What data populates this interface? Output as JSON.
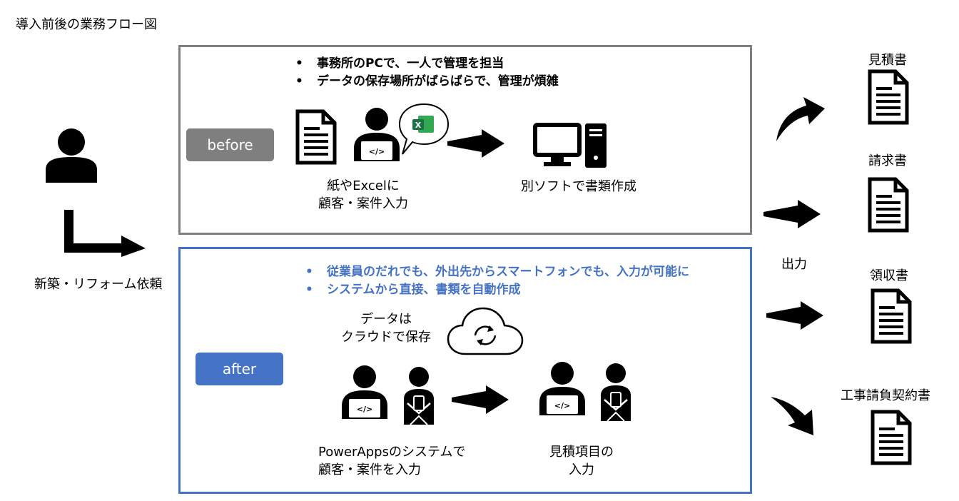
{
  "title": "導入前後の業務フロー図",
  "client": {
    "label": "新築・リフォーム依頼"
  },
  "before": {
    "tag": "before",
    "bullets": [
      "事務所のPCで、一人で管理を担当",
      "データの保存場所がばらばらで、管理が煩雑"
    ],
    "input_label": "紙やExcelに\n顧客・案件入力",
    "output_label": "別ソフトで書類作成",
    "excel_letter": "X"
  },
  "after": {
    "tag": "after",
    "bullets": [
      "従業員のだれでも、外出先からスマートフォンでも、入力が可能に",
      "システムから直接、書類を自動作成"
    ],
    "cloud_label": "データは\nクラウドで保存",
    "input_label": "PowerAppsのシステムで\n顧客・案件を入力",
    "output_label": "見積項目の\n入力"
  },
  "output_label": "出力",
  "documents": [
    "見積書",
    "請求書",
    "領収書",
    "工事請負契約書"
  ],
  "colors": {
    "before": "#7f7f7f",
    "after": "#4472c4",
    "excel_green": "#1e7145"
  }
}
